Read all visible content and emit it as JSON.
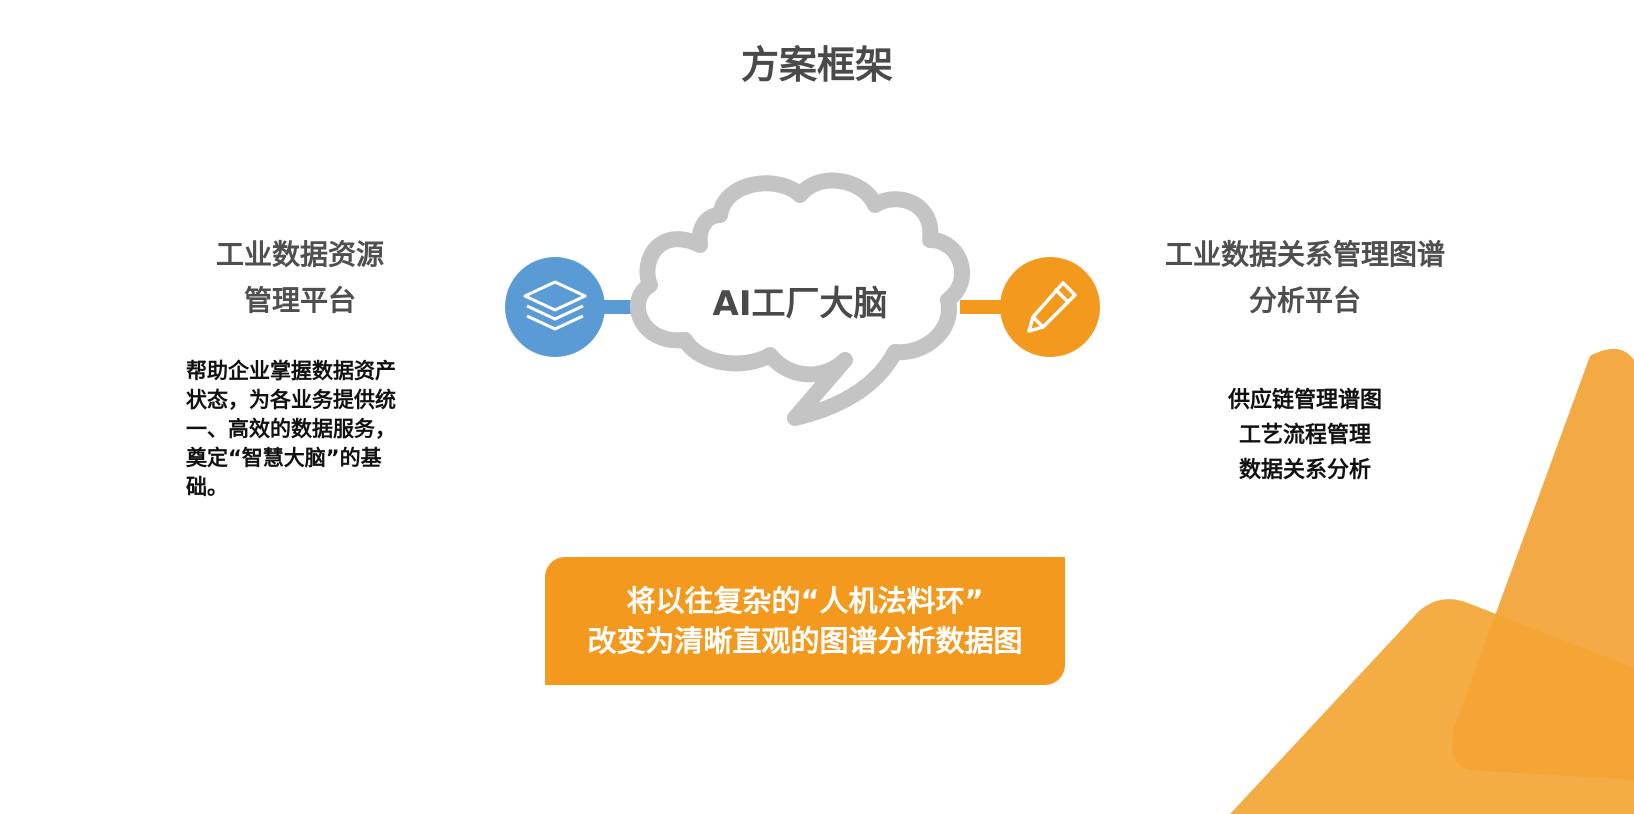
{
  "title": "方案框架",
  "center": {
    "label": "AI工厂大脑",
    "cloud_color": "#c4c4c4"
  },
  "left": {
    "title_line1": "工业数据资源",
    "title_line2": "管理平台",
    "description": "帮助企业掌握数据资产状态，为各业务提供统一、高效的数据服务，奠定“智慧大脑”的基础。",
    "icon": "layers-icon",
    "color": "#5b9bd5"
  },
  "right": {
    "title_line1": "工业数据关系管理图谱",
    "title_line2": "分析平台",
    "items": [
      "供应链管理谱图",
      "工艺流程管理",
      "数据关系分析"
    ],
    "icon": "pencil-icon",
    "color": "#f39a1e"
  },
  "banner": {
    "line1": "将以往复杂的“人机法料环”",
    "line2": "改变为清晰直观的图谱分析数据图",
    "color": "#f39a1e"
  }
}
